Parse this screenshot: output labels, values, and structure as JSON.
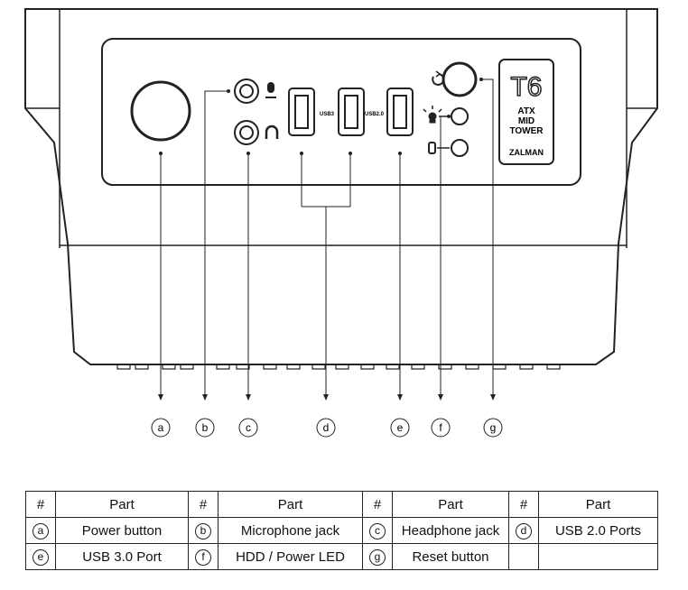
{
  "logo": {
    "model": "T6",
    "line1": "ATX",
    "line2": "MID",
    "line3": "TOWER",
    "brand": "ZALMAN"
  },
  "port_labels": {
    "usb3": "USB3",
    "usb20": "USB2.0"
  },
  "callouts": [
    "a",
    "b",
    "c",
    "d",
    "e",
    "f",
    "g"
  ],
  "table": {
    "headers": [
      "#",
      "Part",
      "#",
      "Part",
      "#",
      "Part",
      "#",
      "Part"
    ],
    "rows": [
      [
        {
          "id": "a",
          "part": "Power button"
        },
        {
          "id": "b",
          "part": "Microphone jack"
        },
        {
          "id": "c",
          "part": "Headphone jack"
        },
        {
          "id": "d",
          "part": "USB 2.0 Ports"
        }
      ],
      [
        {
          "id": "e",
          "part": "USB 3.0 Port"
        },
        {
          "id": "f",
          "part": "HDD / Power LED"
        },
        {
          "id": "g",
          "part": "Reset button"
        },
        {
          "id": "",
          "part": ""
        }
      ]
    ]
  }
}
